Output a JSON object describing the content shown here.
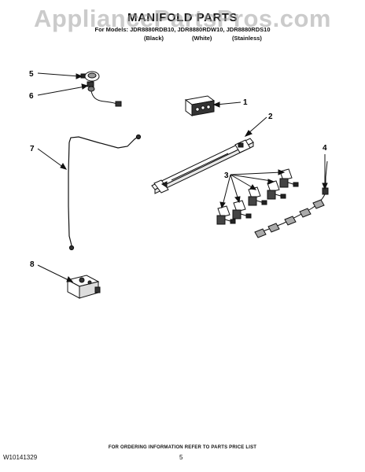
{
  "watermark": "AppliancePartsPros.com",
  "header": {
    "title": "MANIFOLD PARTS",
    "models": "For Models: JDR8880RDB10, JDR8880RDW10, JDR8880RDS10",
    "finishes": [
      "(Black)",
      "(White)",
      "(Stainless)"
    ]
  },
  "callouts": [
    "1",
    "2",
    "3",
    "4",
    "5",
    "6",
    "7",
    "8"
  ],
  "footer": {
    "note": "FOR ORDERING INFORMATION REFER TO PARTS PRICE LIST",
    "doc_number": "W10141329",
    "page_number": "5"
  }
}
